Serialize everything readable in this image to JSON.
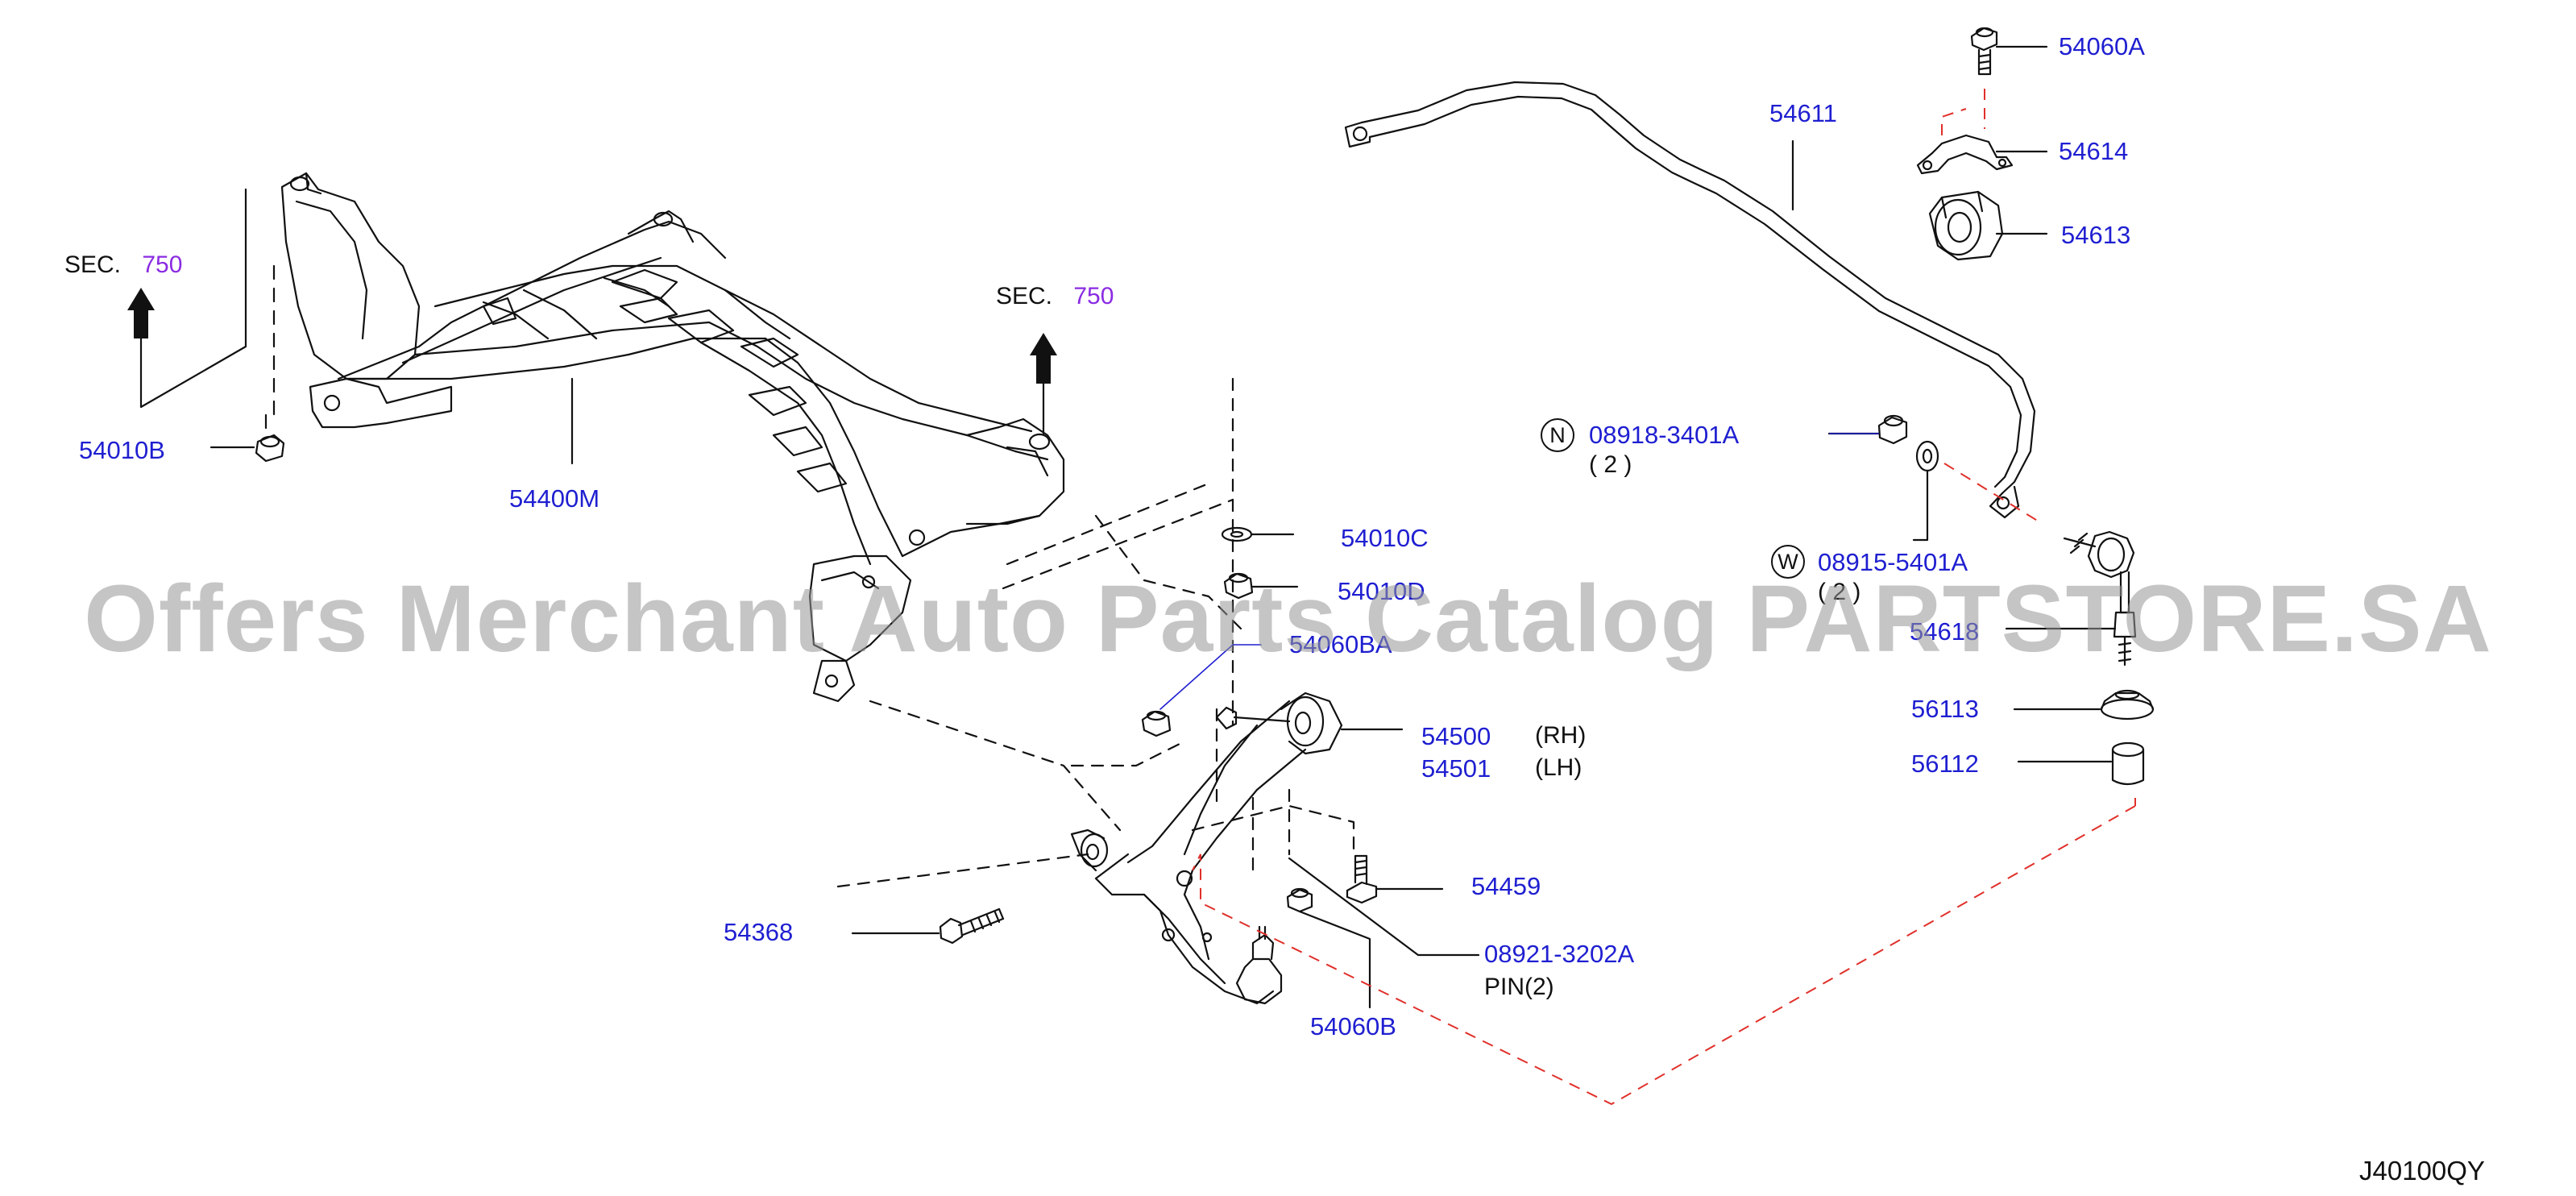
{
  "watermark": "Offers Merchant Auto Parts Catalog PARTSTORE.SA",
  "diagram_code": "J40100QY",
  "sections": [
    {
      "prefix": "SEC.",
      "number": "750"
    },
    {
      "prefix": "SEC.",
      "number": "750"
    }
  ],
  "parts": {
    "p54010B": "54010B",
    "p54400M": "54400M",
    "p54010C": "54010C",
    "p54010D": "54010D",
    "p54060BA": "54060BA",
    "p54500": "54500",
    "p54501": "54501",
    "p54368": "54368",
    "p54459": "54459",
    "p08921": "08921-3202A",
    "p54060B": "54060B",
    "p54060A": "54060A",
    "p54611": "54611",
    "p54614": "54614",
    "p54613": "54613",
    "p08918": "08918-3401A",
    "p08915": "08915-5401A",
    "p54618": "54618",
    "p56113": "56113",
    "p56112": "56112"
  },
  "notes": {
    "rh": "(RH)",
    "lh": "(LH)",
    "pin": "PIN(2)",
    "qty_n": "( 2 )",
    "qty_w": "( 2 )"
  },
  "symbols": {
    "nut_letter": "N",
    "washer_letter": "W"
  },
  "colors": {
    "label": "#1f1fd1",
    "section": "#8a2be2",
    "line": "#111111",
    "red_dash": "#e0302a"
  }
}
